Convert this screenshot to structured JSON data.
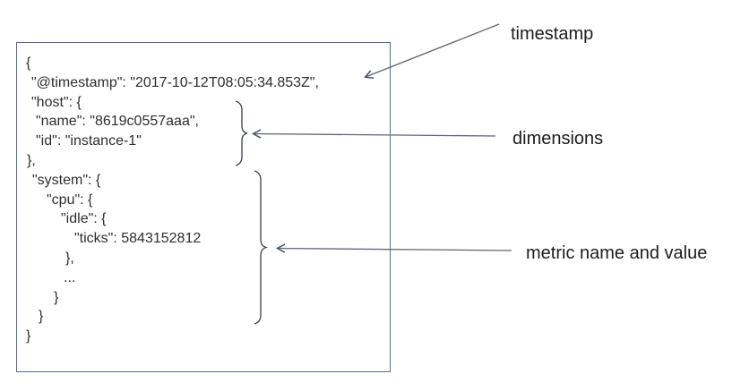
{
  "figure": {
    "document": {
      "lines": [
        "{",
        "\"@timestamp\": \"2017-10-12T08:05:34.853Z\",",
        "\"host\": {",
        "\"name\": \"8619c0557aaa\",",
        "\"id\": \"instance-1\"",
        "},",
        "\"system\": {",
        "\"cpu\": {",
        "\"idle\": {",
        "\"ticks\": 5843152812",
        "},",
        "...",
        "}",
        "}",
        "}"
      ]
    },
    "labels": {
      "timestamp": "timestamp",
      "dimensions": "dimensions",
      "metric": "metric name and value"
    },
    "colors": {
      "box_border": "#5468a5",
      "code_text": "#2e2e2e",
      "label_text": "#1c1c1c",
      "arrow": "#5d6773",
      "brace": "#454d59"
    }
  }
}
